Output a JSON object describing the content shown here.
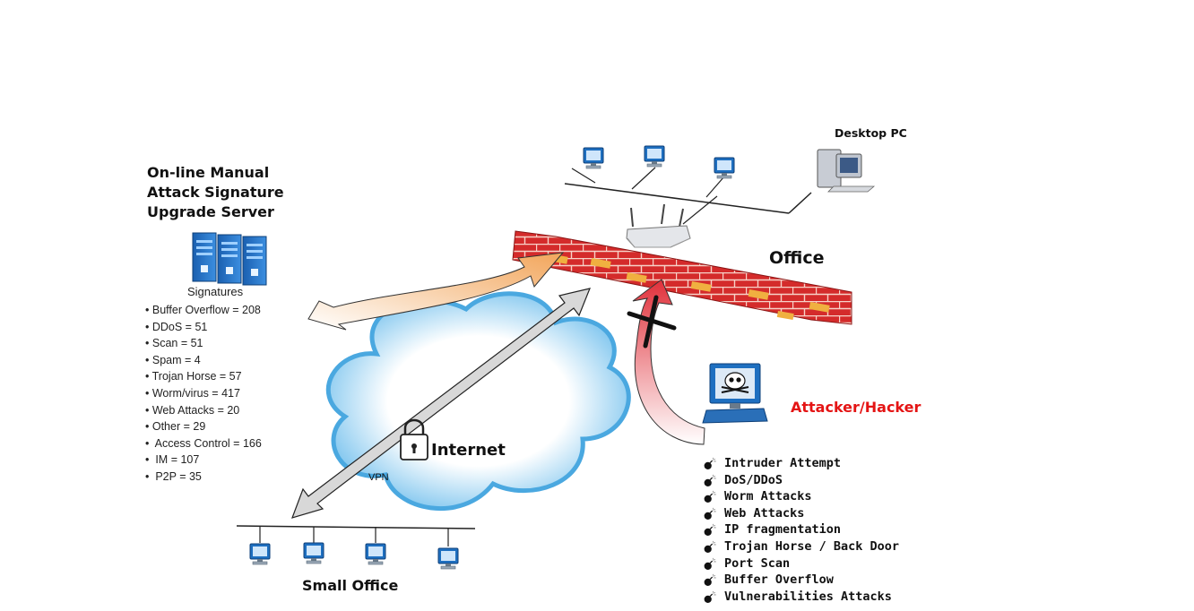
{
  "diagram": {
    "server_title": [
      "On-line Manual",
      "Attack Signature",
      "Upgrade Server"
    ],
    "signatures_heading": "Signatures",
    "signatures": [
      "Buffer Overflow = 208",
      "DDoS = 51",
      "Scan = 51",
      "Spam = 4",
      "Trojan Horse = 57",
      "Worm/virus = 417",
      "Web Attacks = 20",
      "Other = 29",
      " Access Control = 166",
      " IM = 107",
      " P2P = 35"
    ],
    "office_label": "Office",
    "desktop_label": "Desktop PC",
    "internet_label": "Internet",
    "vpn_label": "VPN",
    "attacker_label": "Attacker/Hacker",
    "small_office_label": "Small Office",
    "attacks": [
      "Intruder Attempt",
      "DoS/DDoS",
      "Worm Attacks",
      "Web Attacks",
      "IP fragmentation",
      "Trojan Horse / Back Door",
      "Port Scan",
      "Buffer Overflow",
      "Vulnerabilities Attacks"
    ],
    "colors": {
      "brick": "#d42b2b",
      "mortar": "#f0b040",
      "cloud_edge": "#4aa8e0",
      "attacker_text": "#e41414"
    },
    "icons": [
      "server-rack-icon",
      "monitor-icon",
      "desktop-pc-icon",
      "wireless-router-icon",
      "padlock-icon",
      "skull-monitor-icon",
      "bomb-icon",
      "firewall-icon",
      "cloud-icon"
    ]
  }
}
